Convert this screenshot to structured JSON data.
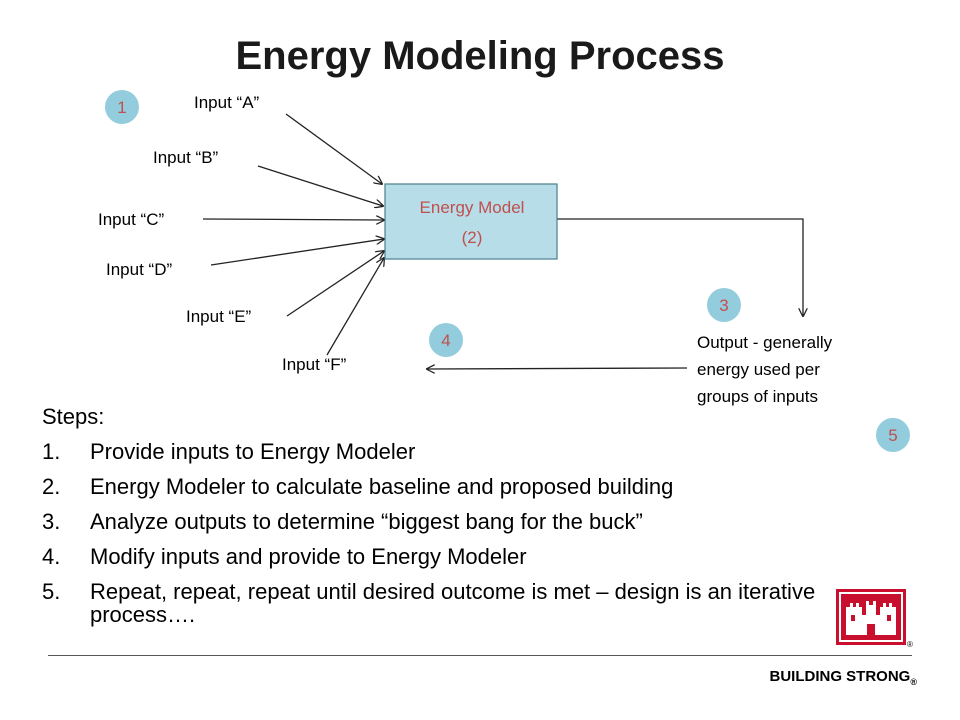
{
  "title": "Energy Modeling Process",
  "diagram": {
    "model_box": {
      "line1": "Energy Model",
      "line2": "(2)"
    },
    "inputs": [
      "Input “A”",
      "Input “B”",
      "Input “C”",
      "Input “D”",
      "Input “E”",
      "Input “F”"
    ],
    "output_text": [
      "Output - generally",
      "energy used per",
      "groups of inputs"
    ],
    "badges": [
      "1",
      "3",
      "4",
      "5"
    ]
  },
  "steps_heading": "Steps:",
  "steps": [
    {
      "num": "1.",
      "text": "Provide inputs to Energy Modeler"
    },
    {
      "num": "2.",
      "text": "Energy Modeler to calculate baseline and proposed building"
    },
    {
      "num": "3.",
      "text": "Analyze outputs to determine “biggest bang for the buck”"
    },
    {
      "num": "4.",
      "text": "Modify inputs and provide to Energy Modeler"
    },
    {
      "num": "5.",
      "text": "Repeat, repeat, repeat until desired outcome is met – design is an iterative process…."
    }
  ],
  "footer": {
    "brand": "BUILDING STRONG",
    "mark": "®"
  },
  "logo": {
    "mark": "®"
  },
  "colors": {
    "model_fill": "#b7dde8",
    "model_stroke": "#4a7e8c",
    "model_text": "#c0504d",
    "badge_fill": "#93cddd",
    "badge_text": "#c0504d",
    "logo_red": "#c8102e"
  },
  "icons": {
    "logo": "castle-icon"
  }
}
